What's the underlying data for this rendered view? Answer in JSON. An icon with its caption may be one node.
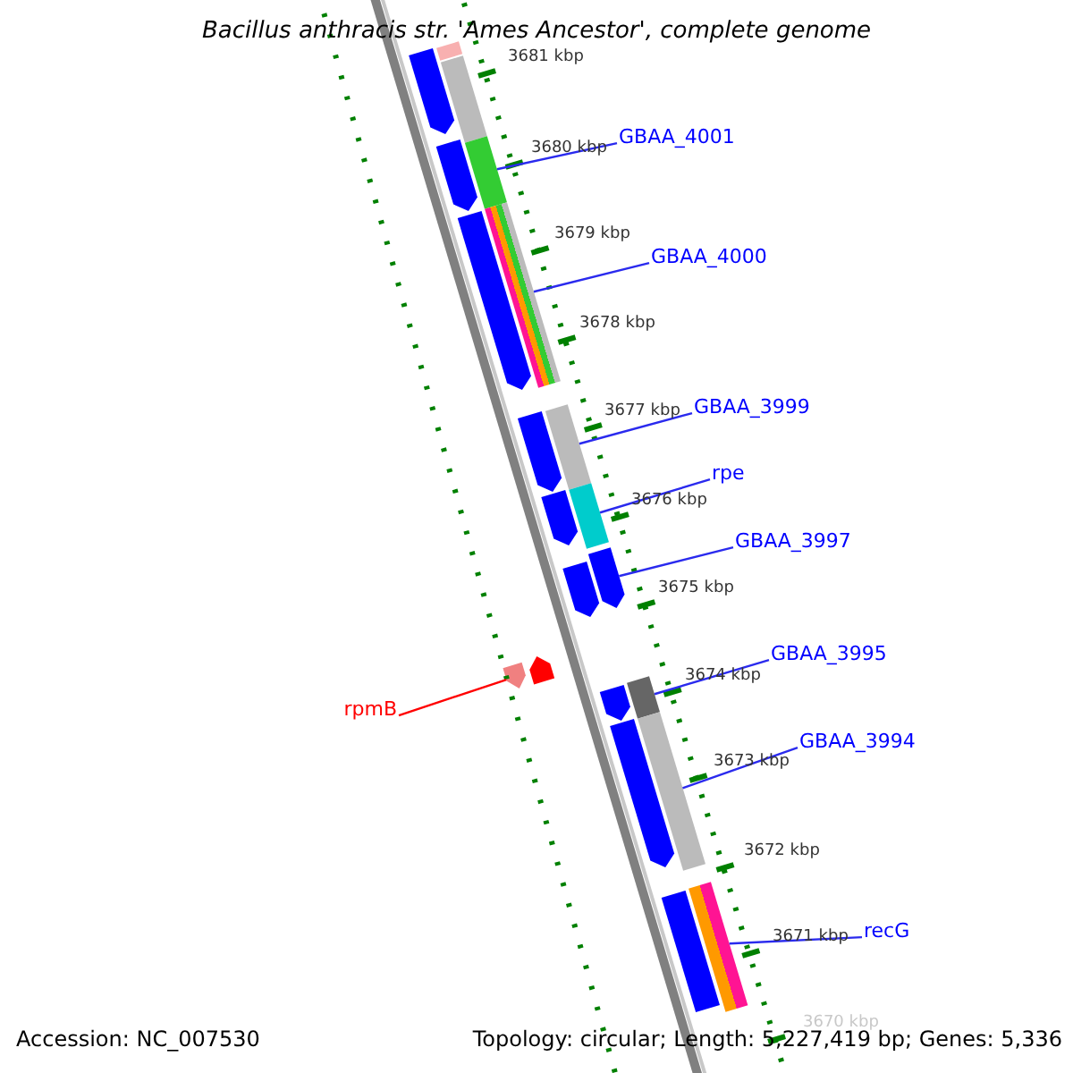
{
  "diagram": {
    "title": "Bacillus anthracis str. 'Ames Ancestor', complete genome",
    "nodes": [
      {
        "text": [
          "GBAA_4001"
        ]
      },
      {
        "text": [
          "GBAA_4000"
        ]
      },
      {
        "text": [
          "GBAA_3999"
        ]
      },
      {
        "text": [
          "rpe"
        ]
      },
      {
        "text": [
          "GBAA_3997"
        ]
      },
      {
        "text": [
          "GBAA_3995"
        ]
      },
      {
        "text": [
          "rpmB"
        ]
      },
      {
        "text": [
          "GBAA_3994"
        ]
      },
      {
        "text": [
          "recG"
        ]
      },
      {
        "text": [],
        "shape": "bar"
      },
      {
        "text": [],
        "shape": "arrow"
      },
      {
        "text": [],
        "shape": "bar"
      },
      {
        "text": [],
        "shape": "bar"
      },
      {
        "text": [],
        "shape": "arrow"
      },
      {
        "text": [],
        "shape": "bar"
      },
      {
        "text": [],
        "shape": "arrow"
      },
      {
        "text": [],
        "shape": "bar"
      },
      {
        "text": [],
        "shape": "arrow"
      },
      {
        "text": [],
        "shape": "bar"
      },
      {
        "text": [],
        "shape": "arrow"
      },
      {
        "text": [],
        "shape": "arrow"
      },
      {
        "text": [],
        "shape": "arrow"
      },
      {
        "text": [],
        "shape": "arrow"
      },
      {
        "text": [],
        "shape": "bar"
      },
      {
        "text": [],
        "shape": "arrow"
      },
      {
        "text": [],
        "shape": "bar"
      },
      {
        "text": [],
        "shape": "arrow"
      },
      {
        "text": [],
        "shape": "bar"
      },
      {
        "text": [],
        "shape": "bar"
      }
    ],
    "edges": [
      {
        "from": 0,
        "to": 12,
        "arrow": "none"
      },
      {
        "from": 1,
        "to": 14,
        "arrow": "none"
      },
      {
        "from": 2,
        "to": 16,
        "arrow": "none"
      },
      {
        "from": 3,
        "to": 18,
        "arrow": "none"
      },
      {
        "from": 4,
        "to": 20,
        "arrow": "none"
      },
      {
        "from": 5,
        "to": 23,
        "arrow": "none"
      },
      {
        "from": 6,
        "to": 22,
        "arrow": "none",
        "color": "#ff0000"
      },
      {
        "from": 7,
        "to": 25,
        "arrow": "none"
      },
      {
        "from": 8,
        "to": 27,
        "arrow": "none"
      }
    ],
    "labels": [
      "3681 kbp",
      "3680 kbp",
      "3679 kbp",
      "3678 kbp",
      "3677 kbp",
      "3676 kbp",
      "3675 kbp",
      "3674 kbp",
      "3673 kbp",
      "3672 kbp",
      "3671 kbp",
      "3670 kbp",
      "Accession: NC_007530",
      "Topology: circular; Length: 5,227,419 bp; Genes: 5,336"
    ]
  }
}
